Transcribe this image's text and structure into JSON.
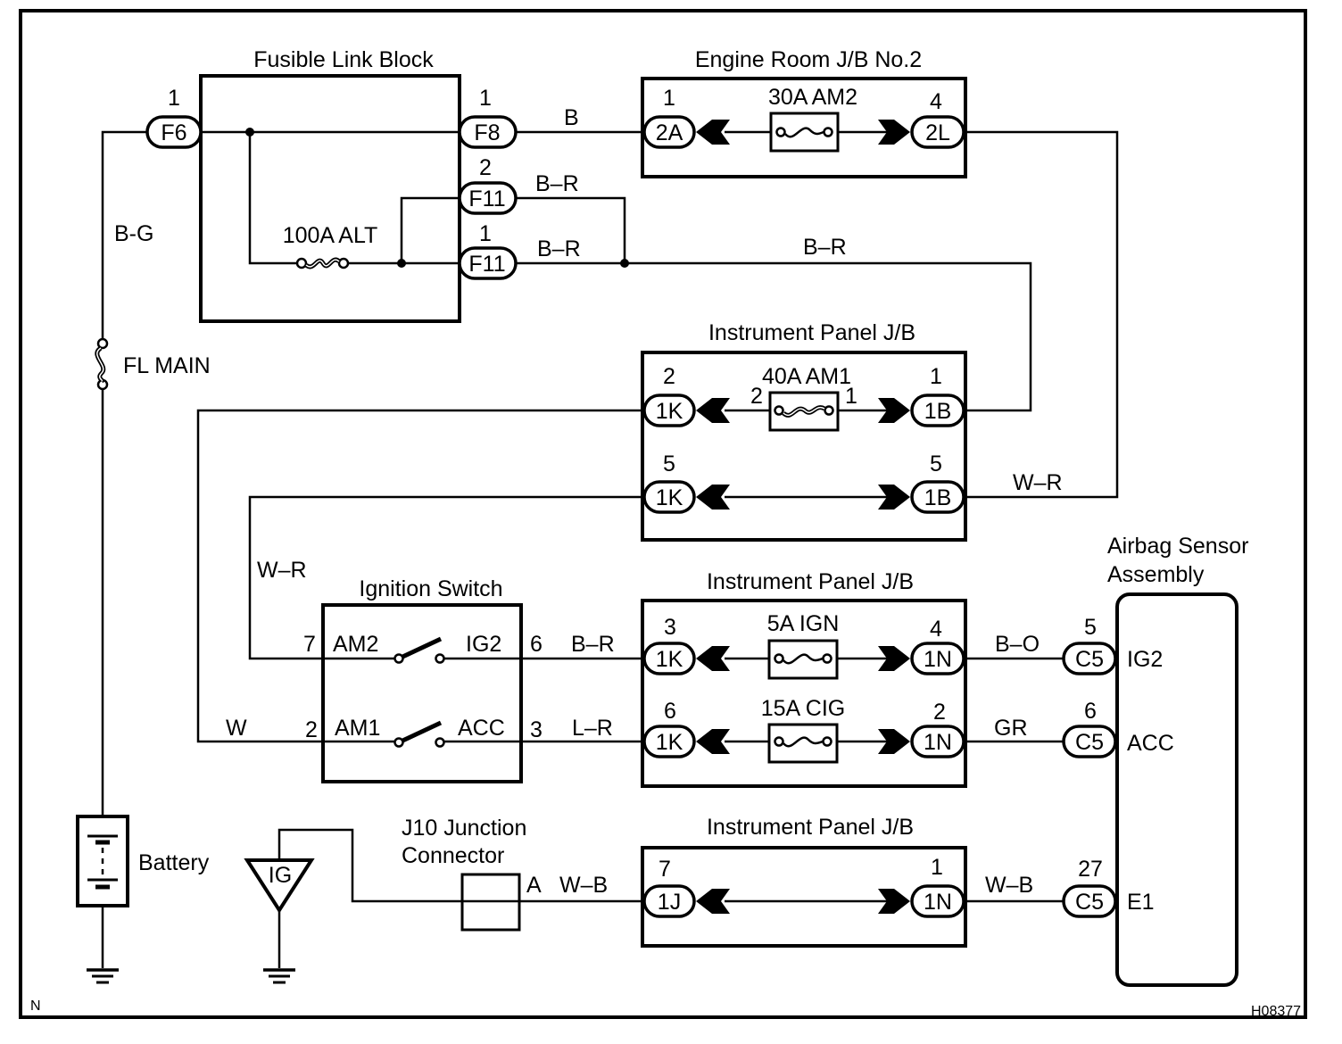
{
  "diagram": {
    "code_left": "N",
    "code_right": "H08377",
    "fusible_link_block": {
      "title": "Fusible Link Block",
      "fuse_label": "100A ALT",
      "connectors": [
        {
          "id": "F6",
          "pin": "1"
        },
        {
          "id": "F8",
          "pin": "1"
        },
        {
          "id": "F11",
          "pin": "2"
        },
        {
          "id": "F11",
          "pin": "1"
        }
      ]
    },
    "engine_room_jb": {
      "title": "Engine Room J/B No.2",
      "fuse_label": "30A AM2",
      "left": {
        "id": "2A",
        "pin": "1"
      },
      "right": {
        "id": "2L",
        "pin": "4"
      }
    },
    "ip_jb_1": {
      "title": "Instrument Panel J/B",
      "fuse_label": "40A AM1",
      "fuse_pin_left": "2",
      "fuse_pin_right": "1",
      "rows": [
        {
          "left": {
            "id": "1K",
            "pin": "2"
          },
          "right": {
            "id": "1B",
            "pin": "1"
          }
        },
        {
          "left": {
            "id": "1K",
            "pin": "5"
          },
          "right": {
            "id": "1B",
            "pin": "5"
          }
        }
      ]
    },
    "ip_jb_2": {
      "title": "Instrument Panel J/B",
      "rows": [
        {
          "fuse_label": "5A IGN",
          "left": {
            "id": "1K",
            "pin": "3"
          },
          "right": {
            "id": "1N",
            "pin": "4"
          }
        },
        {
          "fuse_label": "15A CIG",
          "left": {
            "id": "1K",
            "pin": "6"
          },
          "right": {
            "id": "1N",
            "pin": "2"
          }
        }
      ]
    },
    "ip_jb_3": {
      "title": "Instrument Panel J/B",
      "left": {
        "id": "1J",
        "pin": "7"
      },
      "right": {
        "id": "1N",
        "pin": "1"
      }
    },
    "ignition_switch": {
      "title": "Ignition Switch",
      "rows": [
        {
          "pin_in": "7",
          "in_label": "AM2",
          "out_label": "IG2",
          "pin_out": "6"
        },
        {
          "pin_in": "2",
          "in_label": "AM1",
          "out_label": "ACC",
          "pin_out": "3"
        }
      ]
    },
    "airbag_sensor": {
      "title_line1": "Airbag Sensor",
      "title_line2": "Assembly",
      "terminals": [
        {
          "id": "C5",
          "pin": "5",
          "label": "IG2"
        },
        {
          "id": "C5",
          "pin": "6",
          "label": "ACC"
        },
        {
          "id": "C5",
          "pin": "27",
          "label": "E1"
        }
      ]
    },
    "fl_main": {
      "label": "FL MAIN"
    },
    "battery": {
      "label": "Battery"
    },
    "ig_ground": {
      "label": "IG"
    },
    "j10": {
      "title_line1": "J10 Junction",
      "title_line2": "Connector",
      "terminal": "A"
    },
    "wires": {
      "bat_f6": "B-G",
      "f8_2a": "B",
      "f11_2": "B–R",
      "f11_1": "B–R",
      "to_1b": "B–R",
      "2l_1b5": "W–R",
      "1k5_am2": "W–R",
      "1k2_am1": "W",
      "ig2_1k3": "B–R",
      "acc_1k6": "L–R",
      "1n4_c5": "B–O",
      "1n2_c5": "GR",
      "j10_1j": "W–B",
      "1n1_c5": "W–B"
    }
  }
}
